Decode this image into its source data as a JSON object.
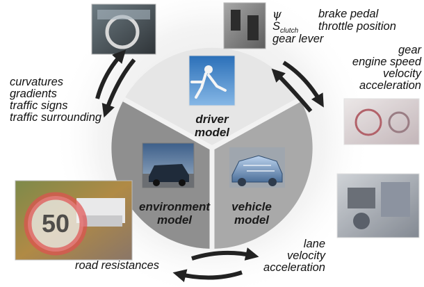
{
  "segments": {
    "driver": {
      "line1": "driver",
      "line2": "model"
    },
    "environment": {
      "line1": "environment",
      "line2": "model"
    },
    "vehicle": {
      "line1": "vehicle",
      "line2": "model"
    }
  },
  "driver_outputs": {
    "psi": "ψ",
    "s_main": "S",
    "s_sub": "clutch",
    "gear_lever": "gear lever",
    "brake_pedal": "brake pedal",
    "throttle_position": "throttle position"
  },
  "vehicle_to_driver": [
    "gear",
    "engine speed",
    "velocity",
    "acceleration"
  ],
  "environment_to_driver": [
    "curvatures",
    "gradients",
    "traffic signs",
    "traffic surrounding"
  ],
  "vehicle_to_environment": [
    "lane",
    "velocity",
    "acceleration"
  ],
  "environment_to_vehicle": [
    "road resistances"
  ],
  "speed_sign": "50",
  "colors": {
    "driver_segment": "#e6e6e6",
    "environment_segment": "#8f8f8f",
    "vehicle_segment": "#a9a9a9",
    "arrow": "#222222"
  }
}
